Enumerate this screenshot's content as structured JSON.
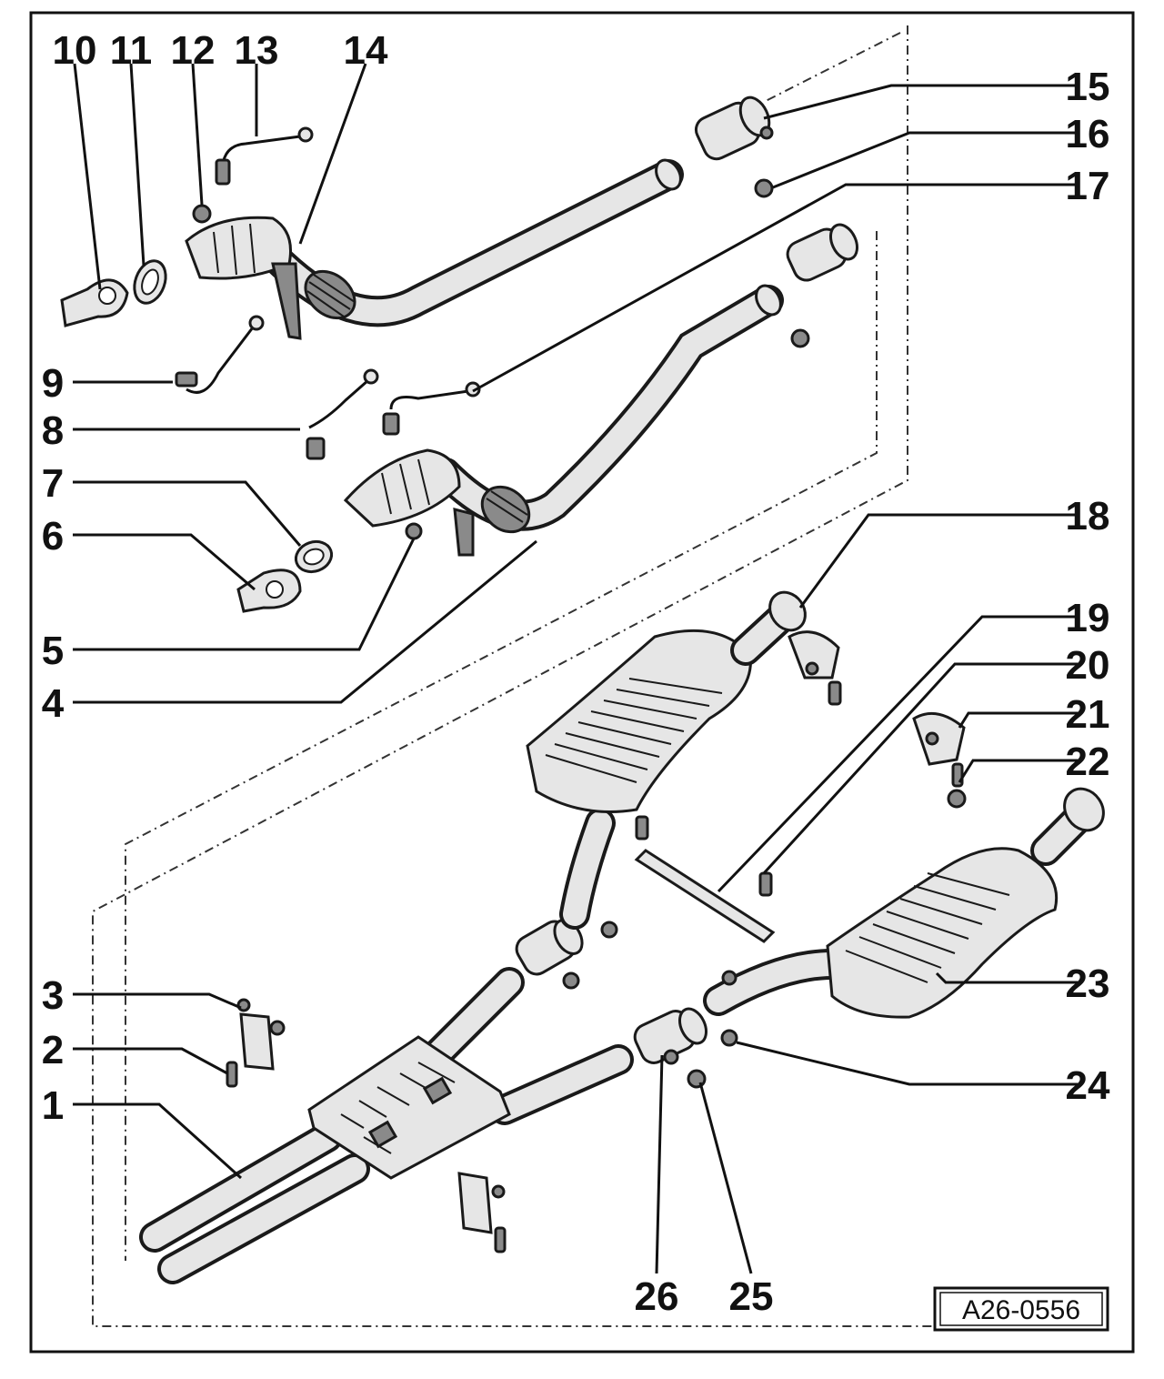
{
  "diagram": {
    "reference_code": "A26-0556",
    "callouts": {
      "c1": "1",
      "c2": "2",
      "c3": "3",
      "c4": "4",
      "c5": "5",
      "c6": "6",
      "c7": "7",
      "c8": "8",
      "c9": "9",
      "c10": "10",
      "c11": "11",
      "c12": "12",
      "c13": "13",
      "c14": "14",
      "c15": "15",
      "c16": "16",
      "c17": "17",
      "c18": "18",
      "c19": "19",
      "c20": "20",
      "c21": "21",
      "c22": "22",
      "c23": "23",
      "c24": "24",
      "c25": "25",
      "c26": "26"
    }
  }
}
